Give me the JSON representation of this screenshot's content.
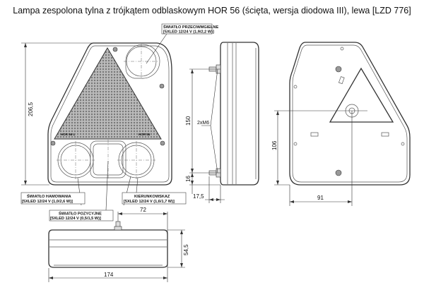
{
  "title": "Lampa zespolona tylna z trójkątem odblaskowym HOR 56 (ścięta, wersja diodowa III), lewa [LZD 776]",
  "callouts": {
    "fog": {
      "name": "ŚWIATŁO PRZECIWMGIELNE",
      "spec": "[5XLED 12/24 V (1,9/2,2 W)]"
    },
    "brake": {
      "name": "ŚWIATŁO HAMOWANIA",
      "spec": "[5XLED 12/24 V (1,0/2,6 W)]"
    },
    "indicator": {
      "name": "KIERUNKOWSKAZ",
      "spec": "[5XLED 12/24 V (1,6/1,7 W)]"
    },
    "position": {
      "name": "ŚWIATŁO POZYCYJNE",
      "spec": "[5XLED 12/24 V (0,5/1,5 W)]"
    }
  },
  "dimensions": {
    "height": "206,5",
    "bolt_spacing": "150",
    "bolt_thread": "2xM6",
    "bolt_offset": "16",
    "bolt_length": "17,5",
    "back_center_height": "106",
    "back_center_width": "91",
    "bottom_bolt": "72",
    "width": "174",
    "depth": "54,5"
  },
  "reflector_marks": {
    "left": "HOR 56 L",
    "right": "HOR 56"
  }
}
